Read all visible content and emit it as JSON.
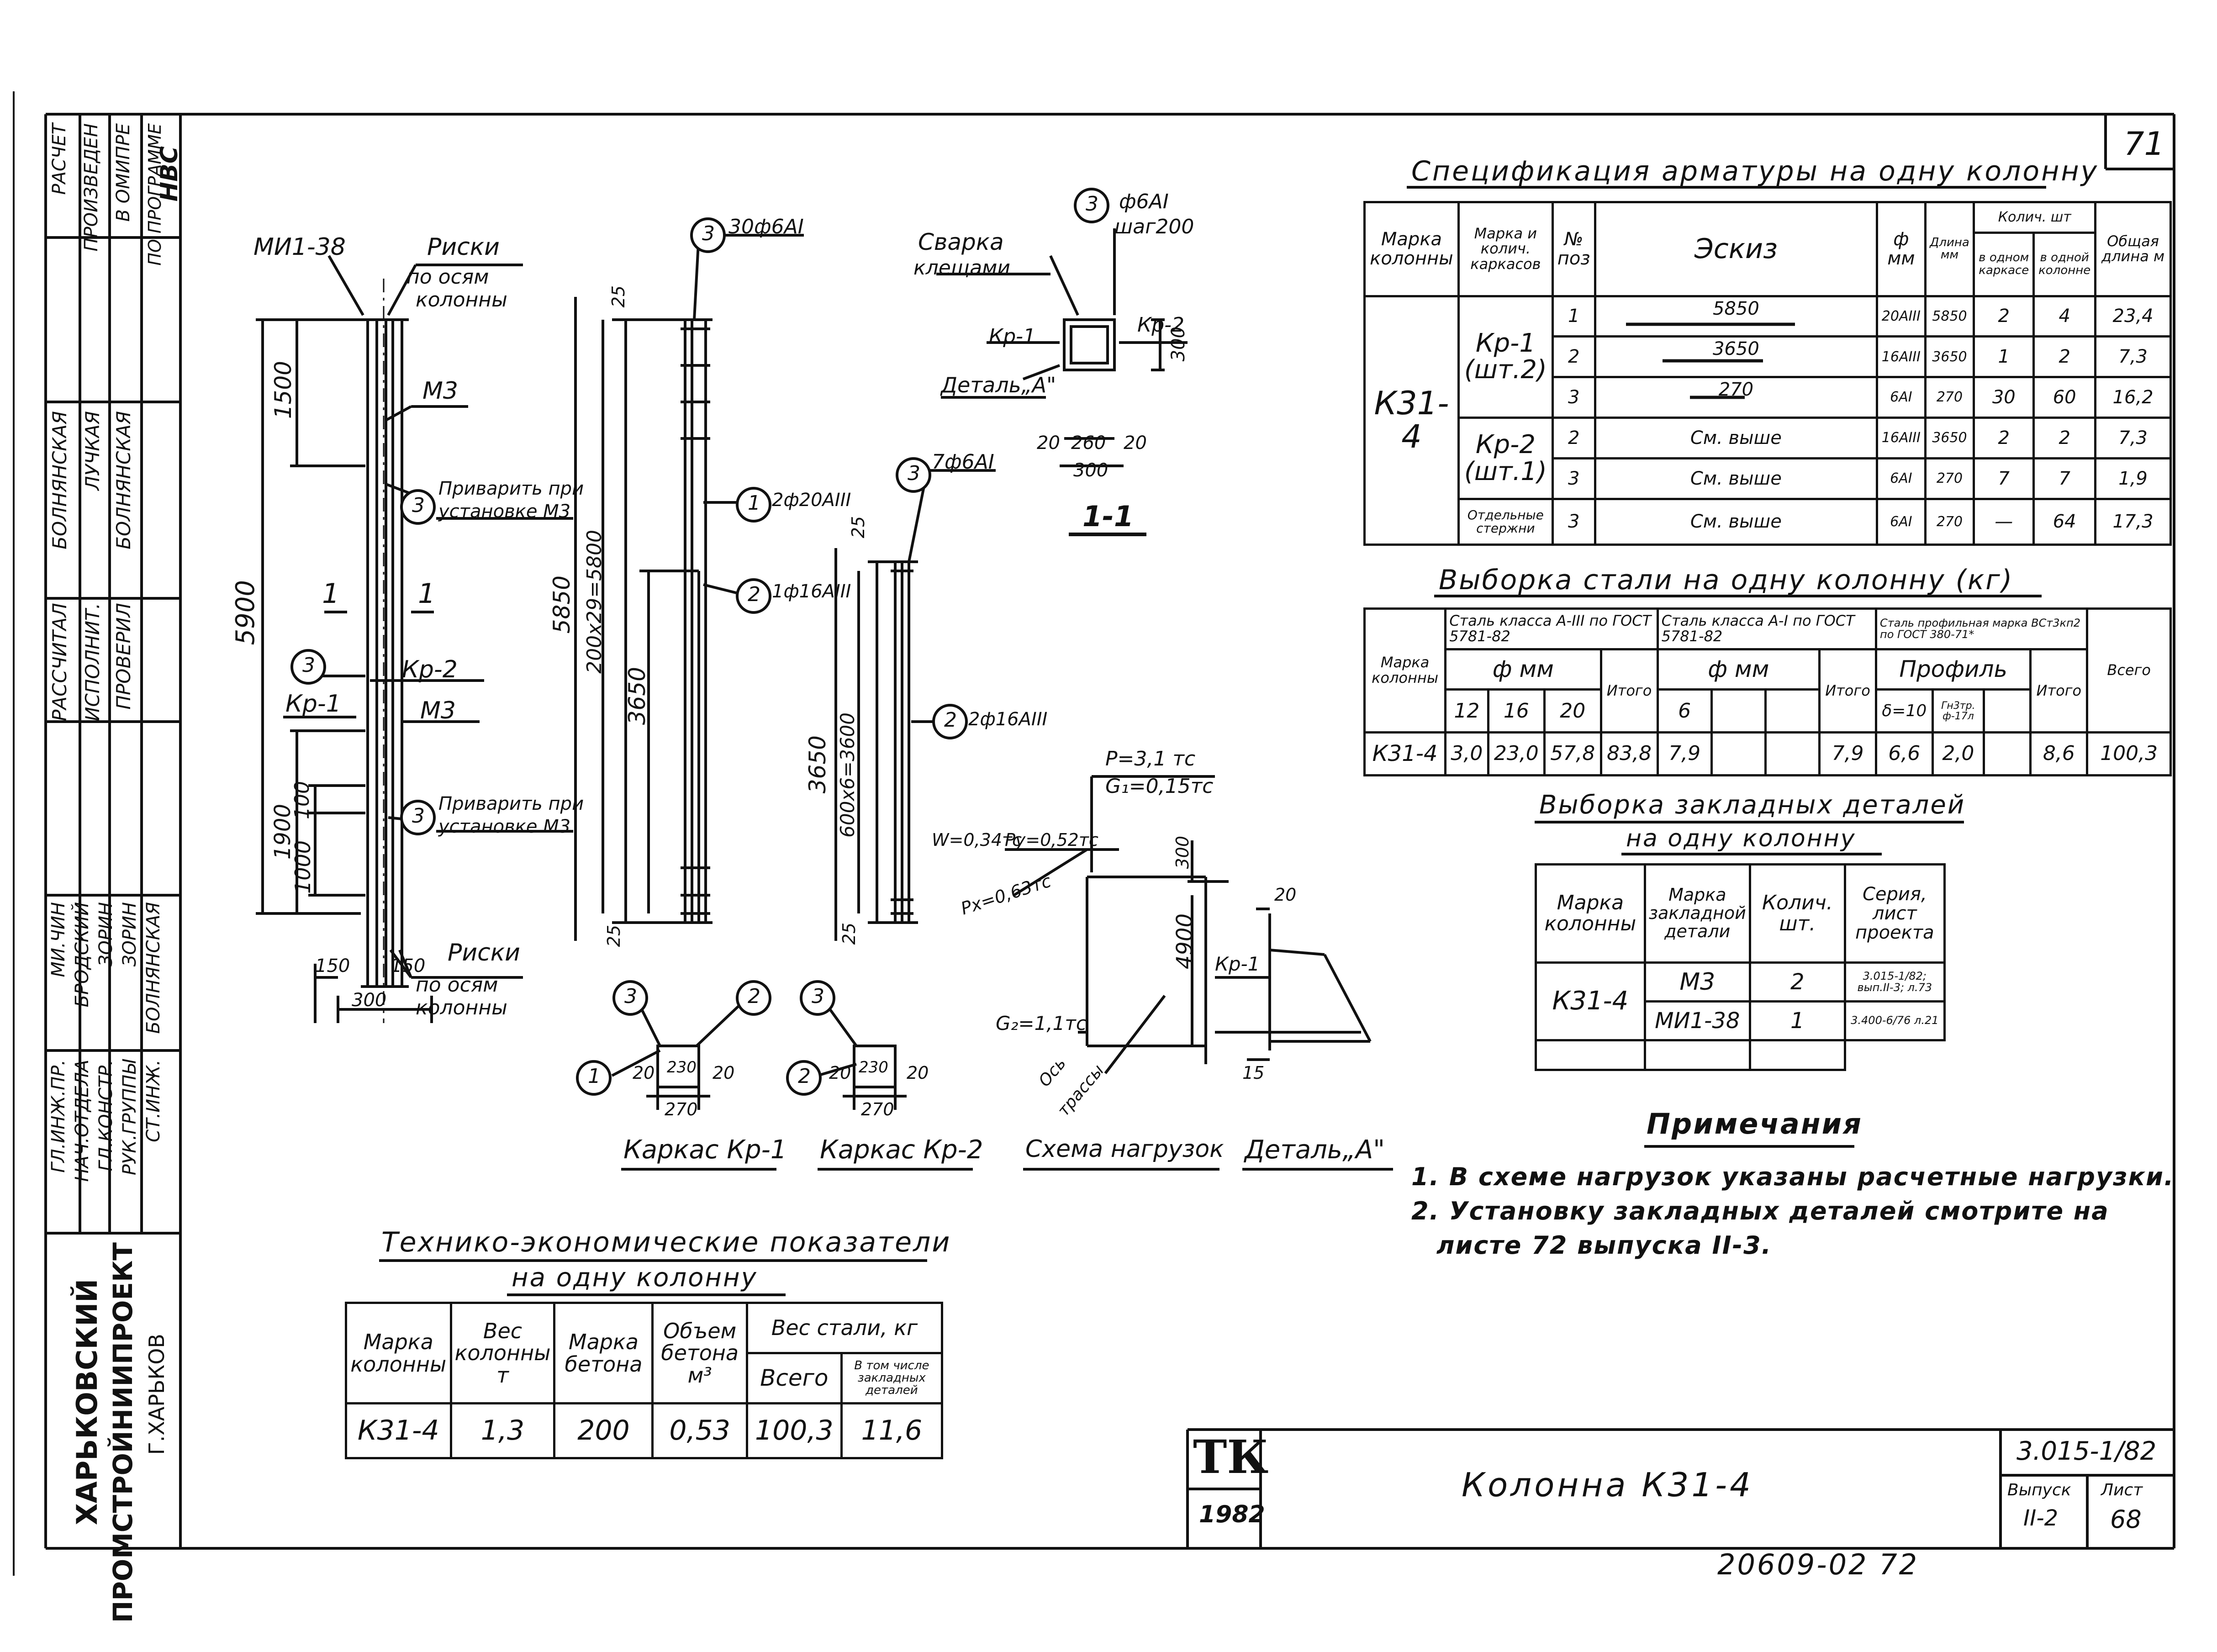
{
  "sheet_number": "71",
  "stamp": {
    "calc_note": [
      "РАСЧЕТ",
      "ПРОИЗВЕДЕН",
      "В ОМИПРЕ",
      "ПО ПРОГРАММЕ",
      "НВС"
    ],
    "roles_top": [
      "РАССЧИТАЛ",
      "ИСПОЛНИТ.",
      "ПРОВЕРИЛ"
    ],
    "names_top": [
      "БОЛНЯНСКАЯ",
      "ЛУЧКАЯ",
      "БОЛНЯНСКАЯ"
    ],
    "roles_bottom": [
      "ГЛ.ИНЖ.ПР.",
      "НАЧ.ОТДЕЛА",
      "ГЛ.КОНСТР.",
      "РУК.ГРУППЫ",
      "СТ.ИНЖ."
    ],
    "names_bottom": [
      "МИ.ЧИН",
      "БРОДСКИЙ",
      "ЗОРИН",
      "ЗОРИН",
      "БОЛНЯНСКАЯ"
    ],
    "org_line1": "ХАРЬКОВСКИЙ",
    "org_line2": "ПРОМСТРОЙНИИПРОЕКТ",
    "org_line3": "Г.ХАРЬКОВ"
  },
  "drawing": {
    "labels": {
      "mi1": "МИ1-38",
      "riski_top": "Риски",
      "riski_top_sub1": "по осям",
      "riski_top_sub2": "колонны",
      "m3a": "М3",
      "m3b": "М3",
      "weld1": "Приварить при",
      "weld1b": "установке М3",
      "weld2": "Приварить при",
      "weld2b": "установке М3",
      "kr2_side": "Кр-2",
      "kr1_side": "Кр-1",
      "sec_left": "1",
      "sec_right": "1",
      "riski_bot": "Риски",
      "riski_bot_sub1": "по осям",
      "riski_bot_sub2": "колонны",
      "dim_5900": "5900",
      "dim_1500": "1500",
      "dim_1900": "1900",
      "dim_100": "100",
      "dim_1000": "1000",
      "dim_150a": "150",
      "dim_150b": "150",
      "dim_300": "300",
      "frame1_pos": "30ф6AI",
      "frame1_p1": "2ф20AIII",
      "frame1_p2": "1ф16AIII",
      "dim_25a": "25",
      "dim_25b": "25",
      "dim_5850": "5850",
      "dim_200x29": "200х29=5800",
      "dim_3650a": "3650",
      "frame2_pos": "7ф6AI",
      "frame2_p2": "2ф16AIII",
      "dim_25c": "25",
      "dim_25d": "25",
      "dim_3650b": "3650",
      "dim_600x6": "600х6=3600",
      "svarka1": "Сварка",
      "svarka2": "клещами",
      "stir": "ф6AI",
      "stir2": "шаг200",
      "kr1_sec": "Кр-1",
      "kr2_sec": "Кр-2",
      "detal_a": "Деталь„А\"",
      "sec_dim_300v": "300",
      "sec_dim_20a": "20",
      "sec_dim_260": "260",
      "sec_dim_20b": "20",
      "sec_dim_300h": "300",
      "section": "1-1",
      "load_p": "P=3,1 тс",
      "load_g1": "G₁=0,15тс",
      "load_w": "W=0,34тс",
      "load_py": "Py=0,52тс",
      "load_px": "Px=0,63тс",
      "load_300": "300",
      "load_4900": "4900",
      "load_g2": "G₂=1,1тс",
      "load_axis1": "Ось",
      "load_axis2": "трассы",
      "det_20": "20",
      "det_kr1": "Кр-1",
      "det_15": "15",
      "cs_20a": "20",
      "cs_230a": "230",
      "cs_20b": "20",
      "cs_270a": "270",
      "cs_20c": "20",
      "cs_230b": "230",
      "cs_20d": "20",
      "cs_270b": "270",
      "cap_kr1": "Каркас Кр-1",
      "cap_kr2": "Каркас Кр-2",
      "cap_load": "Схема нагрузок",
      "cap_detal": "Деталь„А\""
    },
    "circles": {
      "c3_top": "3",
      "c3_m": "3",
      "c3_kr2": "3",
      "c3_weld2": "3",
      "c1_f1": "1",
      "c2_f1": "2",
      "c3_f2": "3",
      "c2_f2": "2",
      "c3_sec": "3",
      "c3_cs1": "3",
      "c2_cs1": "2",
      "c1_cs1": "1",
      "c3_cs2": "3",
      "c2_cs2": "2"
    }
  },
  "spec": {
    "title": "Спецификация арматуры на одну колонну",
    "headers": {
      "col_mark": "Марка колонны",
      "frame_mark": "Марка и колич. каркасов",
      "pos": "№ поз",
      "sketch": "Эскиз",
      "diam": "ф мм",
      "len": "Длина мм",
      "qty": "Колич. шт",
      "qty_frame": "в одном каркасе",
      "qty_col": "в одной колонне",
      "total": "Общая длина м"
    },
    "col_mark": "К31-4",
    "rows": [
      {
        "frame": "Кр-1",
        "frame_qty": "(шт.2)",
        "pos": "1",
        "sketch": "5850",
        "diam": "20AIII",
        "len": "5850",
        "qf": "2",
        "qc": "4",
        "total": "23,4"
      },
      {
        "frame": "",
        "frame_qty": "",
        "pos": "2",
        "sketch": "3650",
        "diam": "16AIII",
        "len": "3650",
        "qf": "1",
        "qc": "2",
        "total": "7,3"
      },
      {
        "frame": "",
        "frame_qty": "",
        "pos": "3",
        "sketch": "270",
        "diam": "6AI",
        "len": "270",
        "qf": "30",
        "qc": "60",
        "total": "16,2"
      },
      {
        "frame": "Кр-2",
        "frame_qty": "(шт.1)",
        "pos": "2",
        "sketch": "См. выше",
        "diam": "16AIII",
        "len": "3650",
        "qf": "2",
        "qc": "2",
        "total": "7,3"
      },
      {
        "frame": "",
        "frame_qty": "",
        "pos": "3",
        "sketch": "См. выше",
        "diam": "6AI",
        "len": "270",
        "qf": "7",
        "qc": "7",
        "total": "1,9"
      },
      {
        "frame": "Отдельные стержни",
        "frame_qty": "",
        "pos": "3",
        "sketch": "См. выше",
        "diam": "6AI",
        "len": "270",
        "qf": "—",
        "qc": "64",
        "total": "17,3"
      }
    ]
  },
  "steel": {
    "title": "Выборка стали на одну колонну (кг)",
    "col_mark_h": "Марка колонны",
    "class_a3": "Сталь класса А-III по ГОСТ 5781-82",
    "class_a1": "Сталь класса А-I по ГОСТ 5781-82",
    "class_prof": "Сталь профильная марка ВСт3кп2 по ГОСТ 380-71*",
    "fmm_a": "ф мм",
    "fmm_b": "ф мм",
    "profile": "Профиль",
    "h": [
      "12",
      "16",
      "20",
      "Итого",
      "6",
      "",
      "",
      "Итого",
      "δ=10",
      "Гн3тр. ф-17л",
      "",
      "Итого",
      "Всего"
    ],
    "row": [
      "К31-4",
      "3,0",
      "23,0",
      "57,8",
      "83,8",
      "7,9",
      "",
      "",
      "7,9",
      "6,6",
      "2,0",
      "",
      "8,6",
      "100,3"
    ]
  },
  "embed": {
    "title1": "Выборка закладных деталей",
    "title2": "на одну колонну",
    "h": [
      "Марка колонны",
      "Марка закладной детали",
      "Колич. шт.",
      "Серия, лист проекта"
    ],
    "col_mark": "К31-4",
    "rows": [
      {
        "mark": "М3",
        "qty": "2",
        "series": "3.015-1/82; вып.II-3; л.73"
      },
      {
        "mark": "МИ1-38",
        "qty": "1",
        "series": "3.400-6/76 л.21"
      }
    ]
  },
  "notes": {
    "title": "Примечания",
    "items": [
      "1. В схеме нагрузок указаны расчетные нагрузки.",
      "2. Установку закладных деталей смотрите на",
      "листе 72 выпуска II-3."
    ]
  },
  "tech": {
    "title1": "Технико-экономические показатели",
    "title2": "на одну колонну",
    "h": [
      "Марка колонны",
      "Вес колонны т",
      "Марка бетона",
      "Объем бетона м³",
      "Вес стали, кг",
      "Всего",
      "В том числе закладных деталей"
    ],
    "row": [
      "К31-4",
      "1,3",
      "200",
      "0,53",
      "100,3",
      "11,6"
    ]
  },
  "titleblock": {
    "logo": "ТК",
    "year": "1982",
    "name": "Колонна К31-4",
    "series": "3.015-1/82",
    "issue_h": "Выпуск",
    "issue": "II-2",
    "sheet_h": "Лист",
    "sheet": "68"
  },
  "footer_code": "20609-02 72"
}
